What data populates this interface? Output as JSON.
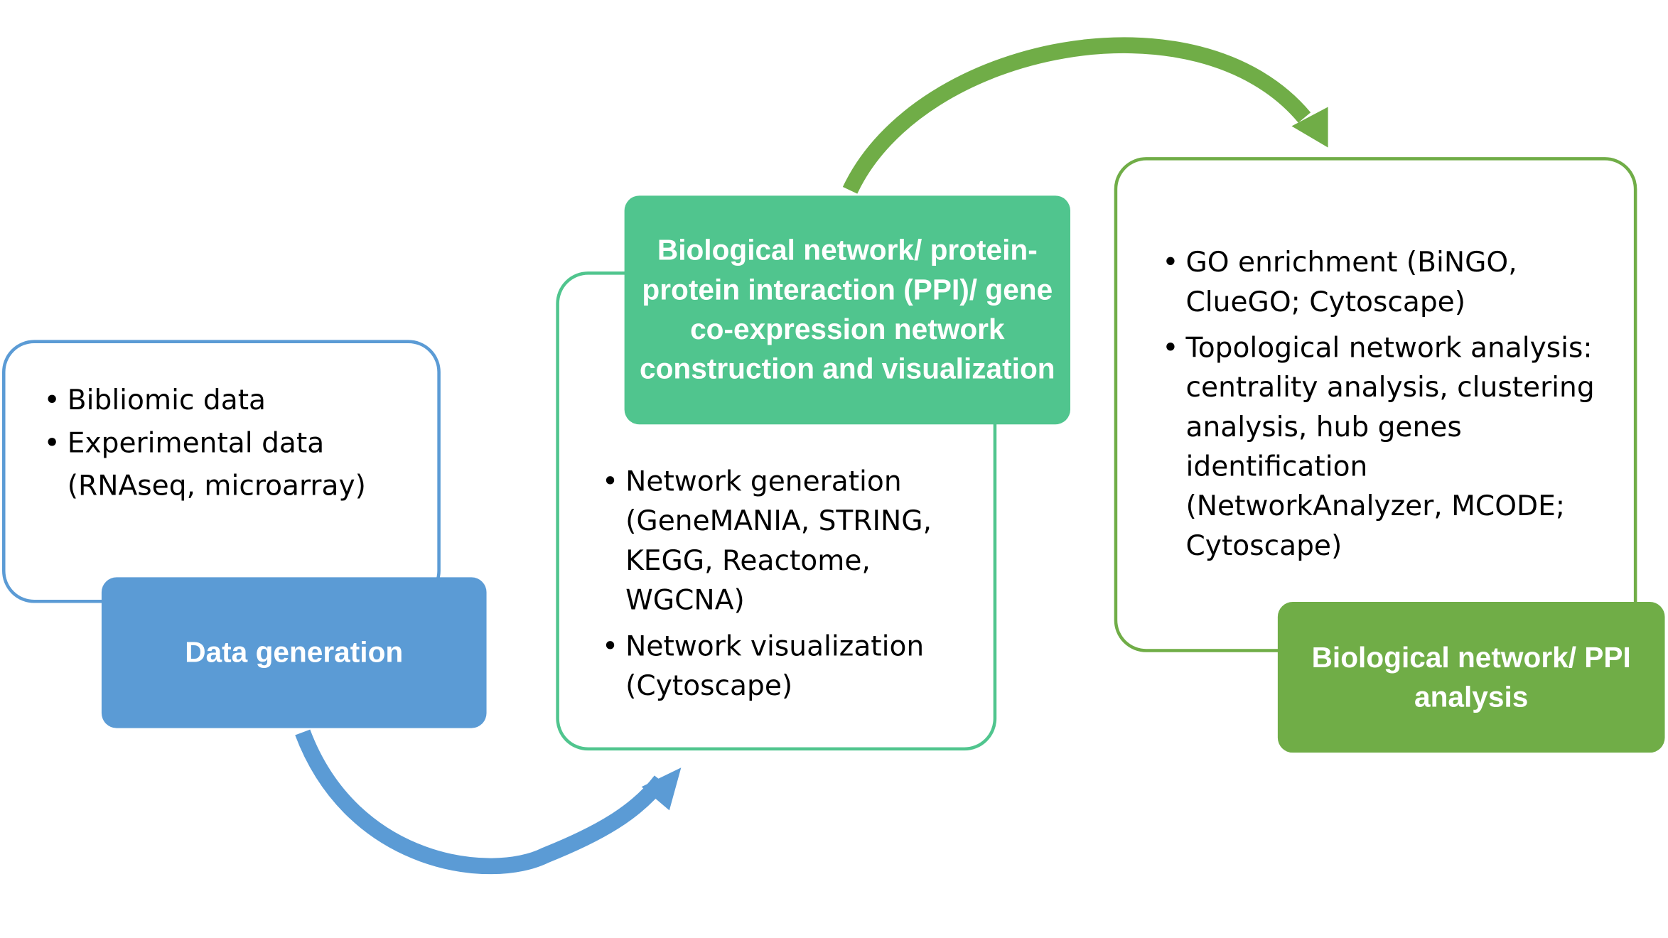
{
  "colors": {
    "blue": "#5B9BD5",
    "teal": "#50C58E",
    "green": "#70AD47"
  },
  "stages": [
    {
      "title": "Data generation",
      "items": [
        "Bibliomic data",
        "Experimental data (RNAseq, microarray)"
      ]
    },
    {
      "title": "Biological network/ protein-protein interaction (PPI)/ gene co-expression network construction and visualization",
      "items": [
        "Network generation (GeneMANIA, STRING, KEGG, Reactome, WGCNA)",
        "Network visualization (Cytoscape)"
      ]
    },
    {
      "title": "Biological network/ PPI analysis",
      "items": [
        "GO enrichment (BiNGO, ClueGO; Cytoscape)",
        "Topological network analysis: centrality analysis, clustering analysis, hub genes identification (NetworkAnalyzer, MCODE; Cytoscape)"
      ]
    }
  ]
}
